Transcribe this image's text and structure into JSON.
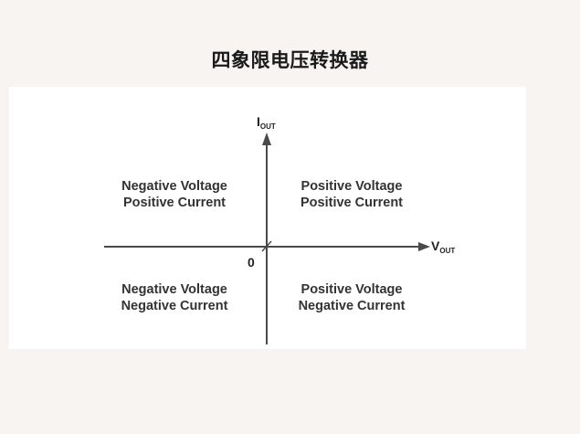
{
  "title": "四象限电压转换器",
  "axes": {
    "y_main": "I",
    "y_sub": "OUT",
    "x_main": "V",
    "x_sub": "OUT",
    "origin": "0"
  },
  "quadrants": {
    "top_left": {
      "line1": "Negative Voltage",
      "line2": "Positive Current"
    },
    "top_right": {
      "line1": "Positive Voltage",
      "line2": "Positive Current"
    },
    "bottom_left": {
      "line1": "Negative Voltage",
      "line2": "Negative Current"
    },
    "bottom_right": {
      "line1": "Positive Voltage",
      "line2": "Negative Current"
    }
  },
  "colors": {
    "axis": "#4a4a4a",
    "panel": "#ffffff",
    "background": "#f7f4f1"
  }
}
